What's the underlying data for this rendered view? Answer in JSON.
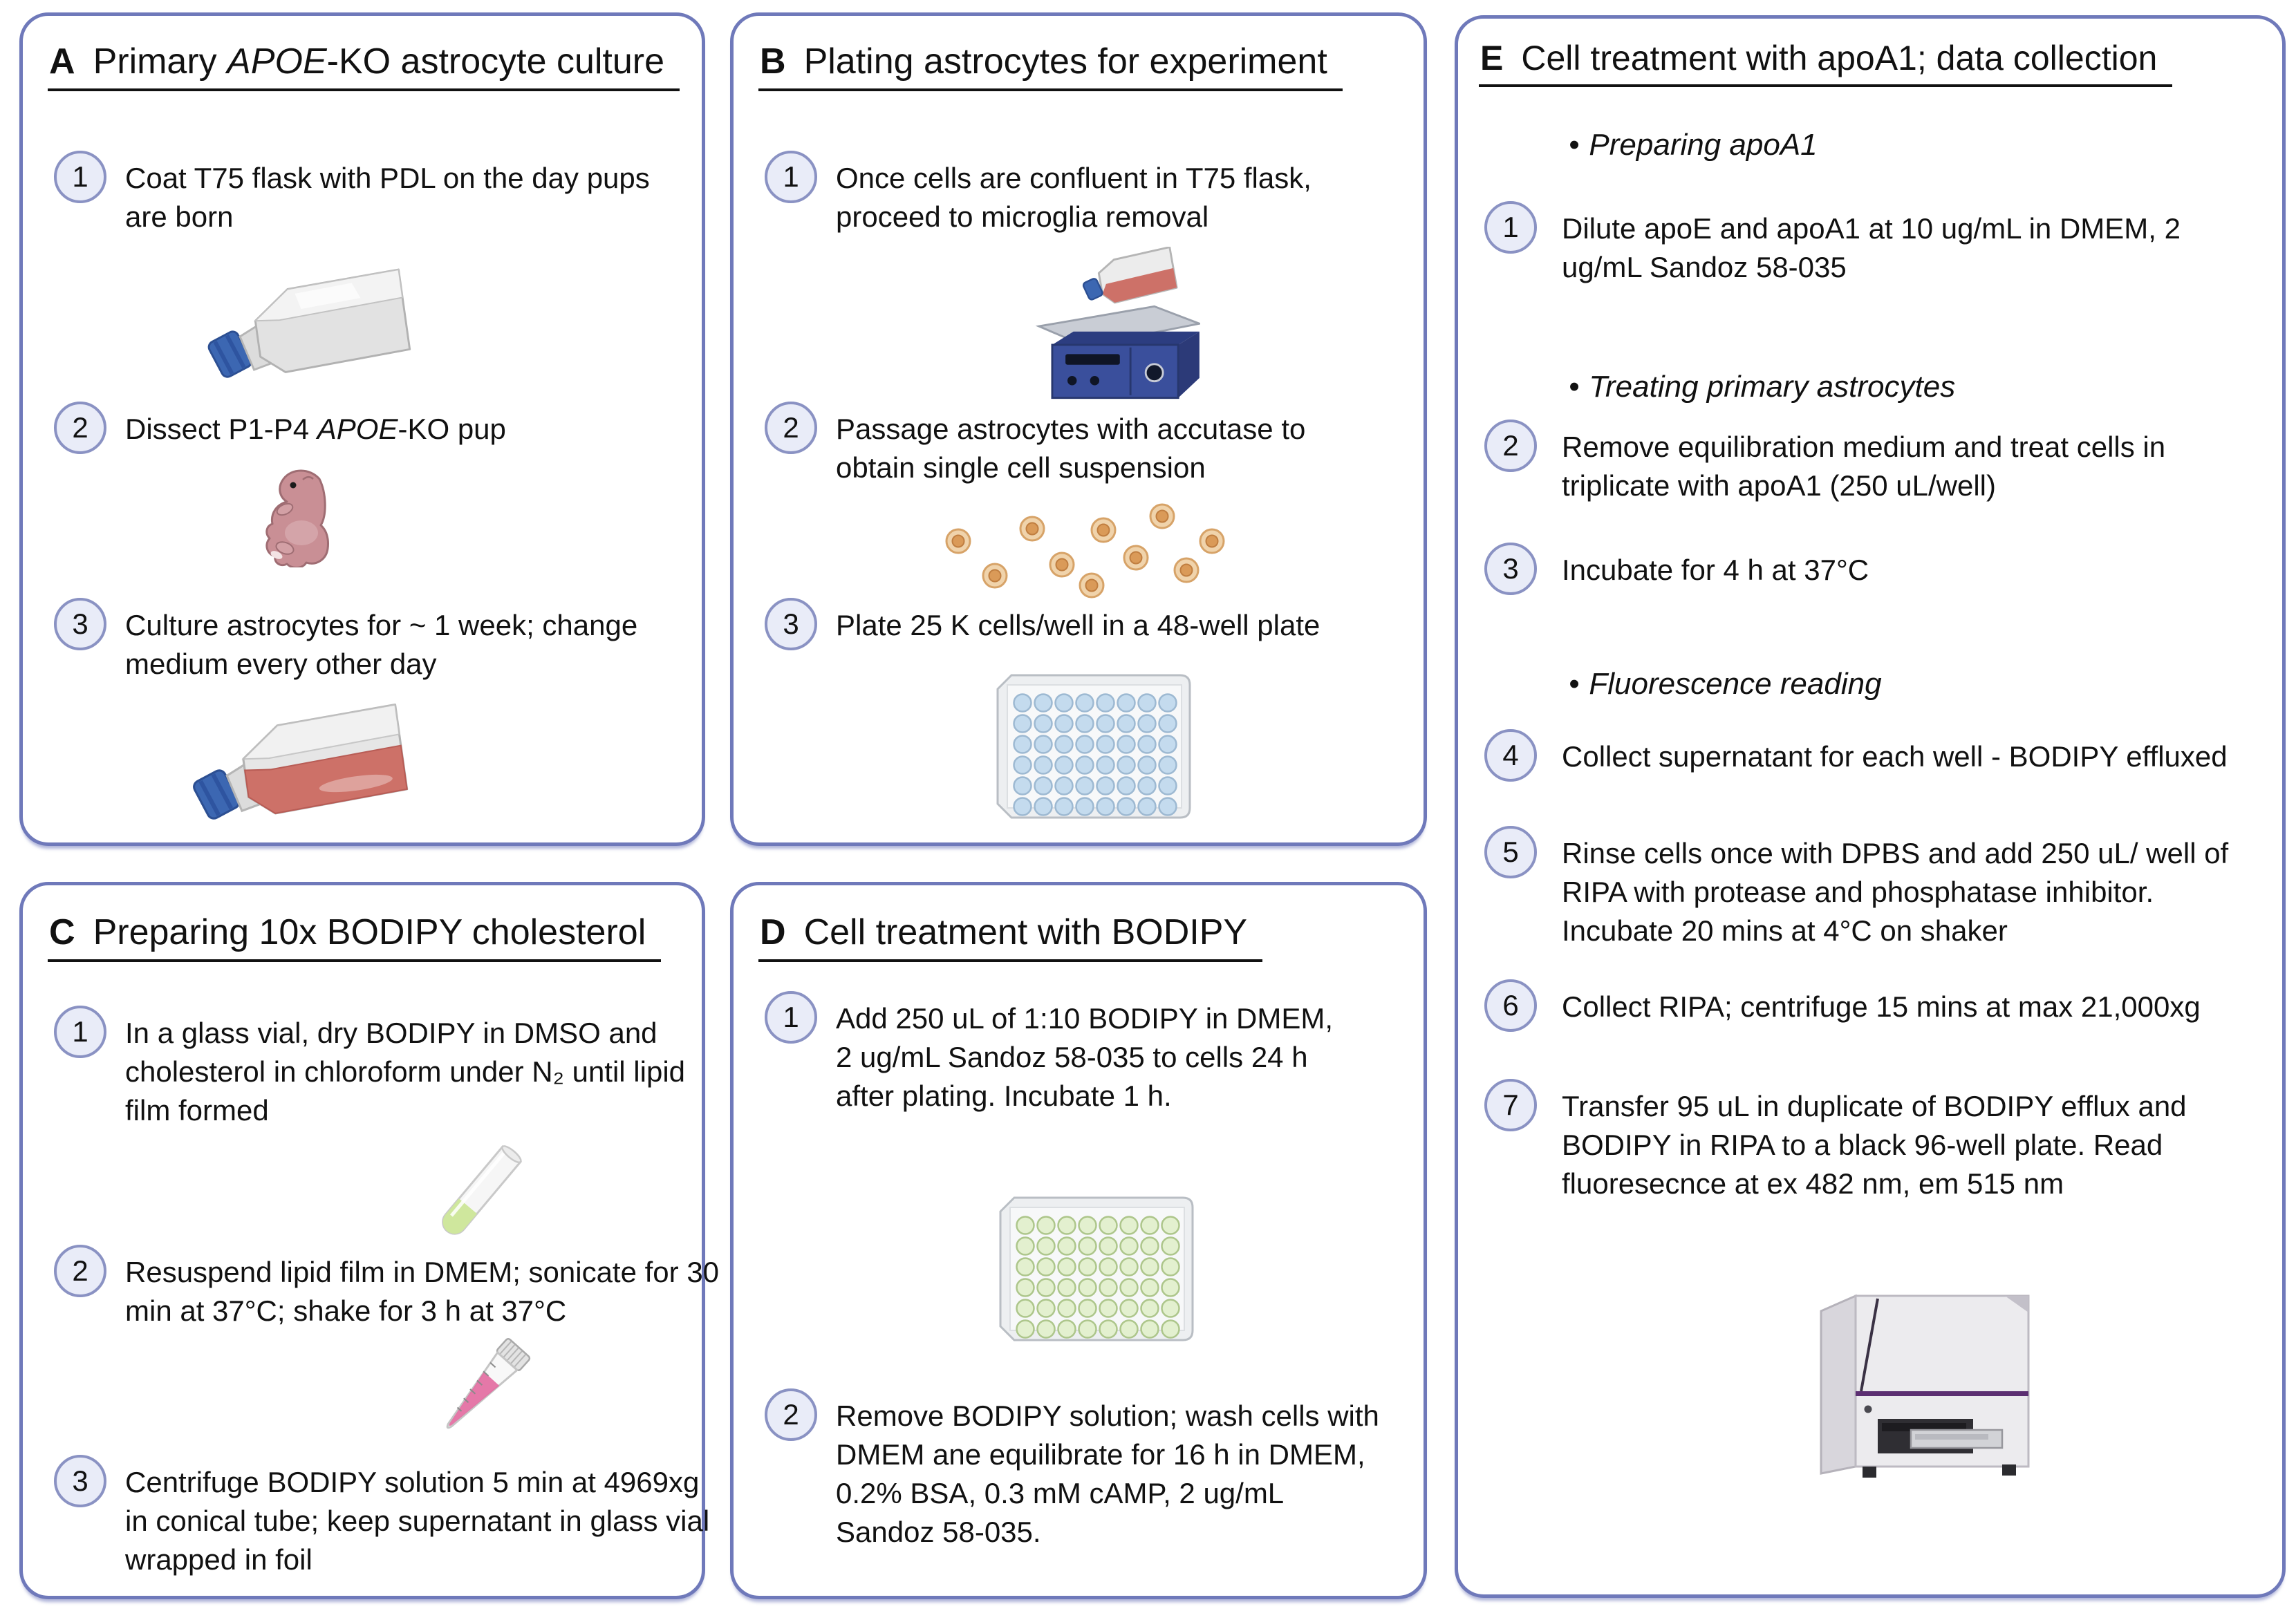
{
  "colors": {
    "panel_border": "#6f79ba",
    "step_circle_fill": "#e9ecf8",
    "step_circle_border": "#8a92c3",
    "text": "#111111",
    "flask_cap_blue": "#3c67b2",
    "culture_medium_red": "#cd7168",
    "wells_blue": "#c4dbee",
    "wells_green": "#e3f0cf",
    "shaker_blue": "#3a4f9c",
    "cell_body_tan": "#f0d3ab",
    "cell_nucleus_orange": "#da9a58",
    "pup_pink": "#c98f95",
    "lipid_film_green": "#cfe79d",
    "bodipy_solution_pink": "#e2699e",
    "plate_reader_purple": "#5c2f72"
  },
  "panels": {
    "A": {
      "letter": "A",
      "title_pre": "Primary ",
      "title_italic": "APOE",
      "title_post": "-KO astrocyte culture",
      "steps": [
        {
          "num": "1",
          "text": "Coat T75 flask with PDL on the day pups are born"
        },
        {
          "num": "2",
          "text_pre": "Dissect P1-P4 ",
          "text_italic": "APOE",
          "text_post": "-KO pup"
        },
        {
          "num": "3",
          "text": "Culture astrocytes for ~ 1 week; change medium every other day"
        }
      ],
      "icons": [
        "t75-flask-empty",
        "newborn-mouse-pup",
        "t75-flask-with-medium"
      ]
    },
    "B": {
      "letter": "B",
      "title": "Plating astrocytes for experiment",
      "steps": [
        {
          "num": "1",
          "text": "Once cells are confluent in T75 flask, proceed to microglia removal"
        },
        {
          "num": "2",
          "text": "Passage astrocytes with accutase to obtain single cell suspension"
        },
        {
          "num": "3",
          "text": "Plate 25 K cells/well in a 48-well plate"
        }
      ],
      "icons": [
        "flask-on-orbital-shaker",
        "single-cell-suspension",
        "48-well-plate-blue"
      ]
    },
    "C": {
      "letter": "C",
      "title": "Preparing 10x BODIPY cholesterol",
      "steps": [
        {
          "num": "1",
          "text": "In a glass vial, dry BODIPY in DMSO and cholesterol in chloroform under N₂ until lipid film formed"
        },
        {
          "num": "2",
          "text": "Resuspend lipid film in DMEM; sonicate for 30 min at 37°C; shake for 3 h at 37°C"
        },
        {
          "num": "3",
          "text": "Centrifuge BODIPY solution 5 min at 4969xg in conical tube; keep supernatant in glass vial wrapped in foil"
        }
      ],
      "icons": [
        "glass-test-tube-lipid-film",
        "conical-tube-pink-solution"
      ]
    },
    "D": {
      "letter": "D",
      "title": "Cell treatment with BODIPY",
      "steps": [
        {
          "num": "1",
          "text": "Add 250 uL of 1:10 BODIPY in DMEM, 2 ug/mL Sandoz 58-035 to cells 24 h after plating. Incubate 1 h."
        },
        {
          "num": "2",
          "text": "Remove BODIPY solution; wash cells with DMEM ane equilibrate for 16 h in DMEM, 0.2% BSA, 0.3 mM cAMP, 2 ug/mL Sandoz 58-035."
        }
      ],
      "icons": [
        "48-well-plate-green"
      ]
    },
    "E": {
      "letter": "E",
      "title": "Cell treatment with apoA1; data collection",
      "bullet_char": "•",
      "bullets": [
        "Preparing apoA1",
        "Treating primary astrocytes",
        "Fluorescence reading"
      ],
      "steps": [
        {
          "num": "1",
          "text": "Dilute apoE and apoA1 at 10 ug/mL in DMEM, 2 ug/mL Sandoz 58-035"
        },
        {
          "num": "2",
          "text": "Remove equilibration medium and treat cells in triplicate with apoA1 (250 uL/well)"
        },
        {
          "num": "3",
          "text": "Incubate for 4 h at 37°C"
        },
        {
          "num": "4",
          "text": "Collect supernatant for each well - BODIPY effluxed"
        },
        {
          "num": "5",
          "text": "Rinse cells once with DPBS and add 250 uL/ well of RIPA with protease and phosphatase inhibitor. Incubate 20 mins at 4°C on shaker"
        },
        {
          "num": "6",
          "text": "Collect RIPA; centrifuge 15 mins at max 21,000xg"
        },
        {
          "num": "7",
          "text": "Transfer 95 uL in duplicate of BODIPY efflux and BODIPY in RIPA to a black 96-well plate. Read fluoresecnce at ex 482 nm, em 515 nm"
        }
      ],
      "icons": [
        "microplate-reader"
      ]
    }
  }
}
